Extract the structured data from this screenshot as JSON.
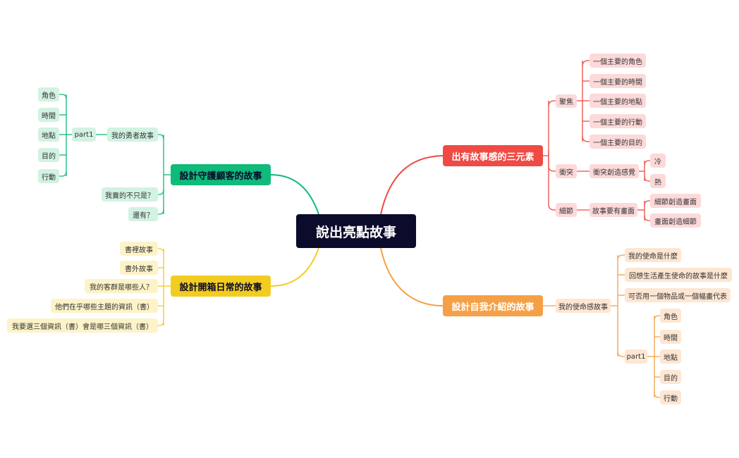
{
  "colors": {
    "red": "#ef4a43",
    "orange": "#f5a046",
    "green": "#0fba7a",
    "yellow": "#f2cd21",
    "root": "#0b0b2b"
  },
  "root": {
    "label": "說出亮點故事"
  },
  "branches": {
    "red": {
      "label": "出有故事感的三元素",
      "focus": {
        "label": "聚焦",
        "items": [
          "一個主要的角色",
          "一個主要的時間",
          "一個主要的地點",
          "一個主要的行動",
          "一個主要的目的"
        ]
      },
      "conflict": {
        "label": "衝突",
        "sub": "衝突創造感覺",
        "items": [
          "冷",
          "熱"
        ]
      },
      "detail": {
        "label": "細節",
        "sub": "故事要有畫面",
        "items": [
          "細節創造畫面",
          "畫面創造細節"
        ]
      }
    },
    "orange": {
      "label": "設計自我介紹的故事",
      "mission": {
        "label": "我的使命感故事",
        "items": [
          "我的使命是什麼",
          "回想生活產生使命的故事是什麼",
          "可否用一個物品或一個幅畫代表"
        ],
        "part": {
          "label": "part1",
          "items": [
            "角色",
            "時間",
            "地點",
            "目的",
            "行動"
          ]
        }
      }
    },
    "green": {
      "label": "設計守護顧客的故事",
      "hero": {
        "label": "我的勇者故事",
        "part": {
          "label": "part1",
          "items": [
            "角色",
            "時間",
            "地點",
            "目的",
            "行動"
          ]
        }
      },
      "extra": [
        "我賣的不只是？",
        "還有？"
      ]
    },
    "yellow": {
      "label": "設計開箱日常的故事",
      "items": [
        "書裡故事",
        "書外故事",
        "我的客群是哪些人？",
        "他們在乎哪些主題的資訊（書）",
        "我要選三個資訊（書）會是哪三個資訊（書）"
      ]
    }
  }
}
